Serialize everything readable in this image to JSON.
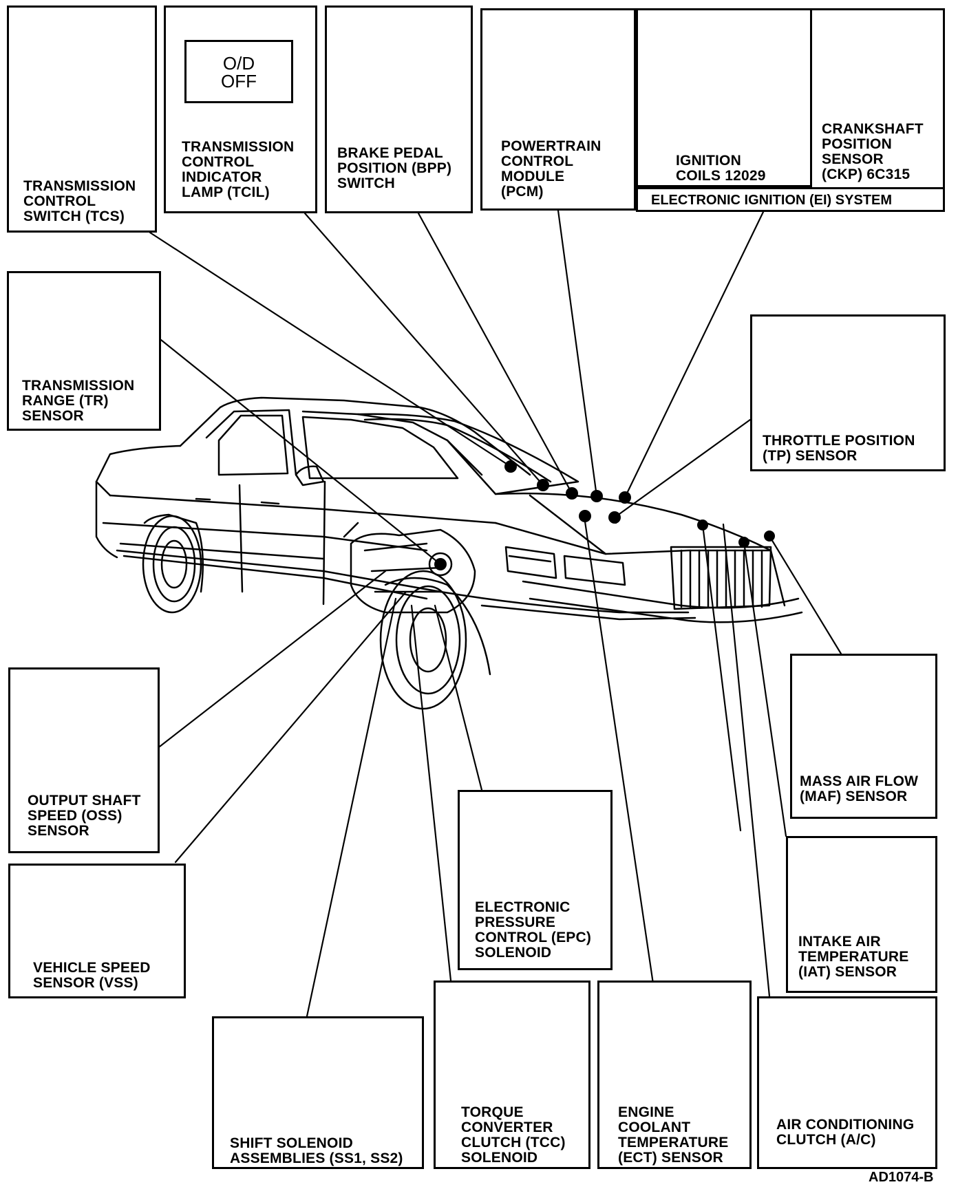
{
  "components": {
    "tcs": "TRANSMISSION\nCONTROL\nSWITCH (TCS)",
    "tcil": "TRANSMISSION\nCONTROL\nINDICATOR\nLAMP (TCIL)",
    "tcil_lamp": "O/D\nOFF",
    "bpp": "BRAKE PEDAL\nPOSITION (BPP)\nSWITCH",
    "pcm": "POWERTRAIN\nCONTROL\nMODULE\n(PCM)",
    "ign_coils": "IGNITION\nCOILS 12029",
    "ckp": "CRANKSHAFT\nPOSITION\nSENSOR\n(CKP) 6C315",
    "ei_system": "ELECTRONIC IGNITION (EI) SYSTEM",
    "tr": "TRANSMISSION\nRANGE (TR)\nSENSOR",
    "tp": "THROTTLE POSITION\n(TP) SENSOR",
    "maf": "MASS AIR FLOW\n(MAF) SENSOR",
    "oss": "OUTPUT SHAFT\nSPEED (OSS)\nSENSOR",
    "epc": "ELECTRONIC\nPRESSURE\nCONTROL (EPC)\nSOLENOID",
    "iat": "INTAKE AIR\nTEMPERATURE\n(IAT) SENSOR",
    "vss": "VEHICLE SPEED\nSENSOR (VSS)",
    "shift_sol": "SHIFT SOLENOID\nASSEMBLIES (SS1, SS2)",
    "tcc": "TORQUE\nCONVERTER\nCLUTCH (TCC)\nSOLENOID",
    "ect": "ENGINE\nCOOLANT\nTEMPERATURE\n(ECT) SENSOR",
    "ac": "AIR CONDITIONING\nCLUTCH (A/C)"
  },
  "figure_code": "AD1074-B"
}
